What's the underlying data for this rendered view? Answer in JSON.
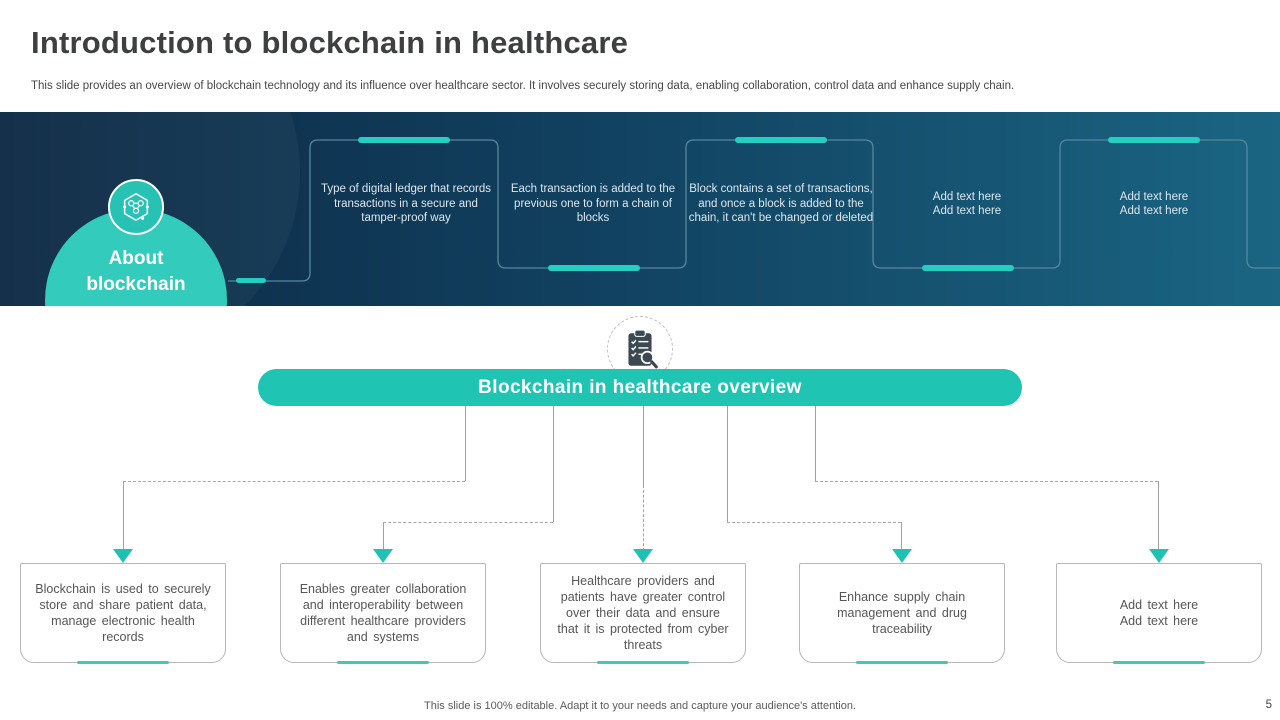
{
  "page": {
    "title": "Introduction to blockchain in healthcare",
    "subtitle": "This slide provides an overview of blockchain technology and its influence over healthcare sector. It involves securely storing data, enabling collaboration, control data and enhance supply chain.",
    "footer": "This slide is 100% editable. Adapt it to your needs and capture your audience's attention.",
    "page_number": "5"
  },
  "banner": {
    "label": "About\nblockchain",
    "icon": "blockchain-network-icon",
    "boxes": [
      {
        "text": "Type of digital ledger that records transactions in a secure and tamper-proof way"
      },
      {
        "text": "Each transaction is added to the previous one to form a chain of blocks"
      },
      {
        "text": "Block contains a set of transactions, and once a block is added to the chain, it can't be changed or deleted"
      },
      {
        "text": "Add text here\nAdd text here"
      },
      {
        "text": "Add text here\nAdd text here"
      }
    ]
  },
  "overview": {
    "icon": "clipboard-search-icon",
    "title": "Blockchain in healthcare overview",
    "cards": [
      {
        "text": "Blockchain is used to securely store and share patient data, manage electronic health records"
      },
      {
        "text": "Enables greater collaboration and interoperability between different healthcare providers and systems"
      },
      {
        "text": "Healthcare providers and patients have greater control over their data and ensure that it is protected from cyber threats"
      },
      {
        "text": "Enhance supply chain management and drug traceability"
      },
      {
        "text": "Add text here\nAdd text here"
      }
    ]
  },
  "colors": {
    "teal": "#1fc4b3",
    "teal_bright": "#23cfc2",
    "banner_left": "#0c2843",
    "banner_right": "#1a6583"
  }
}
